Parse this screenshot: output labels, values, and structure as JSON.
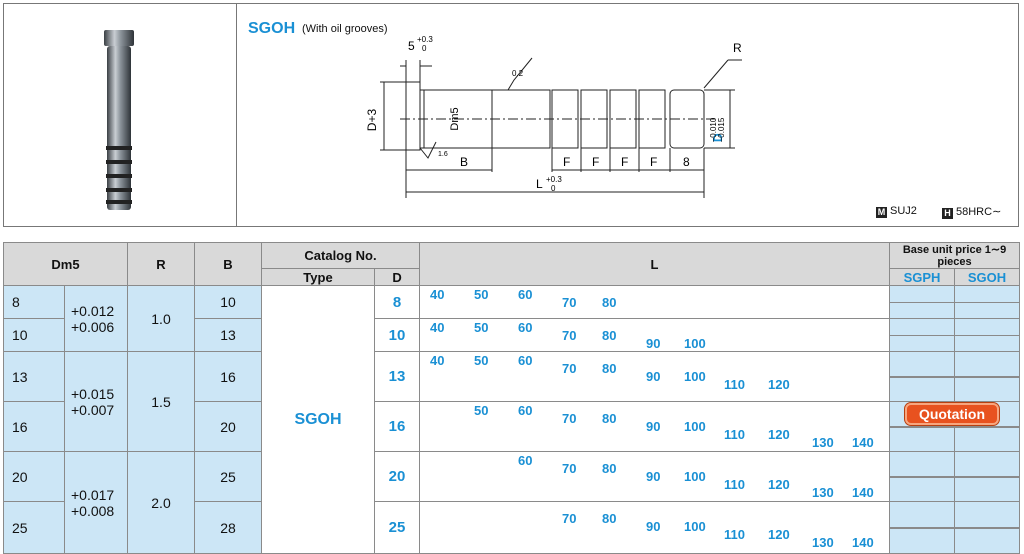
{
  "product": {
    "title": "SGOH",
    "subtitle": "(With oil grooves)"
  },
  "drawing": {
    "dim_5": "5",
    "dim_5_tol_upper": "+0.3",
    "dim_5_tol_lower": "0",
    "r_label": "R",
    "roughness": "0.2",
    "roughness2": "1.6",
    "d_plus3": "D+3",
    "dm5": "Dm5",
    "b_label": "B",
    "f_label": "F",
    "eight": "8",
    "d_label": "D",
    "d_tol_upper": "−0.010",
    "d_tol_lower": "−0.015",
    "l_label": "L",
    "l_tol_upper": "+0.3",
    "l_tol_lower": "0"
  },
  "specs": {
    "material_badge": "M",
    "material": "SUJ2",
    "hardness_badge": "H",
    "hardness": "58HRC∼"
  },
  "table": {
    "headers": {
      "dm5": "Dm5",
      "r": "R",
      "b": "B",
      "catalog_no": "Catalog No.",
      "type": "Type",
      "d": "D",
      "l": "L",
      "base_price": "Base unit price 1∼9 pieces",
      "sgph": "SGPH",
      "sgoh": "SGOH"
    },
    "type_value": "SGOH",
    "groups": [
      {
        "r": "1.0",
        "tol_upper": "+0.012",
        "tol_lower": "+0.006"
      },
      {
        "r": "1.5",
        "tol_upper": "+0.015",
        "tol_lower": "+0.007"
      },
      {
        "r": "2.0",
        "tol_upper": "+0.017",
        "tol_lower": "+0.008"
      }
    ],
    "rows": [
      {
        "dm5": "8",
        "b": "10",
        "d": "8",
        "l": [
          "40",
          "50",
          "60",
          "70",
          "80"
        ]
      },
      {
        "dm5": "10",
        "b": "13",
        "d": "10",
        "l": [
          "40",
          "50",
          "60",
          "70",
          "80",
          "90",
          "100"
        ]
      },
      {
        "dm5": "13",
        "b": "16",
        "d": "13",
        "l": [
          "40",
          "50",
          "60",
          "70",
          "80",
          "90",
          "100",
          "110",
          "120"
        ]
      },
      {
        "dm5": "16",
        "b": "20",
        "d": "16",
        "l": [
          "50",
          "60",
          "70",
          "80",
          "90",
          "100",
          "110",
          "120",
          "130",
          "140"
        ]
      },
      {
        "dm5": "20",
        "b": "25",
        "d": "20",
        "l": [
          "60",
          "70",
          "80",
          "90",
          "100",
          "110",
          "120",
          "130",
          "140"
        ]
      },
      {
        "dm5": "25",
        "b": "28",
        "d": "25",
        "l": [
          "70",
          "80",
          "90",
          "100",
          "110",
          "120",
          "130",
          "140"
        ]
      }
    ],
    "quotation_label": "Quotation"
  }
}
